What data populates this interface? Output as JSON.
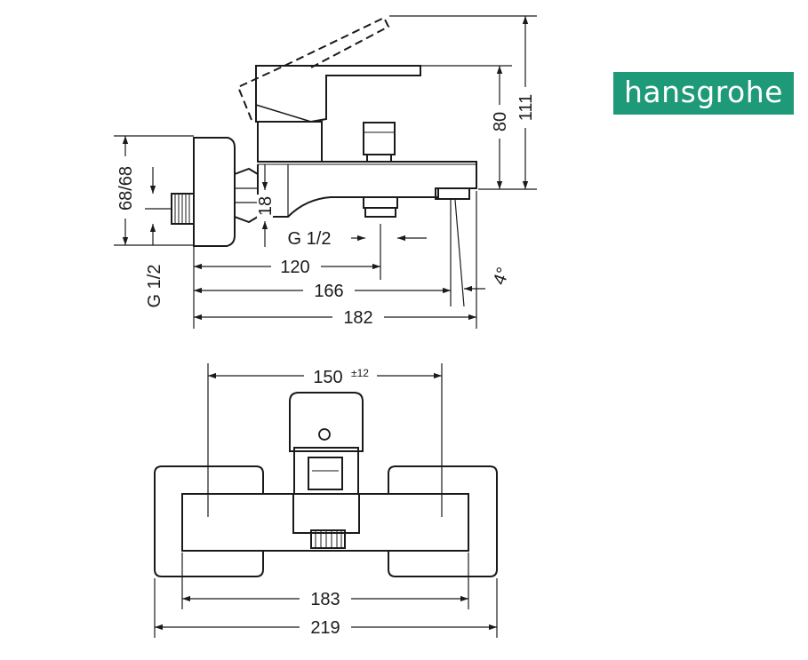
{
  "brand": {
    "name": "hansgrohe",
    "color": "#1e9a78"
  },
  "side_view": {
    "dims": {
      "height_total": "111",
      "height_spout": "80",
      "center_range": "68/68",
      "thread_wall": "G 1/2",
      "offset": "18",
      "thread_outlet": "G 1/2",
      "depth_outlet": "120",
      "depth_spout": "166",
      "depth_total": "182",
      "angle": "4°"
    }
  },
  "front_view": {
    "dims": {
      "center_distance": "150",
      "center_tolerance": "±12",
      "width_body": "183",
      "width_total": "219"
    }
  },
  "colors": {
    "line": "#1a1a1a",
    "background": "#ffffff"
  }
}
